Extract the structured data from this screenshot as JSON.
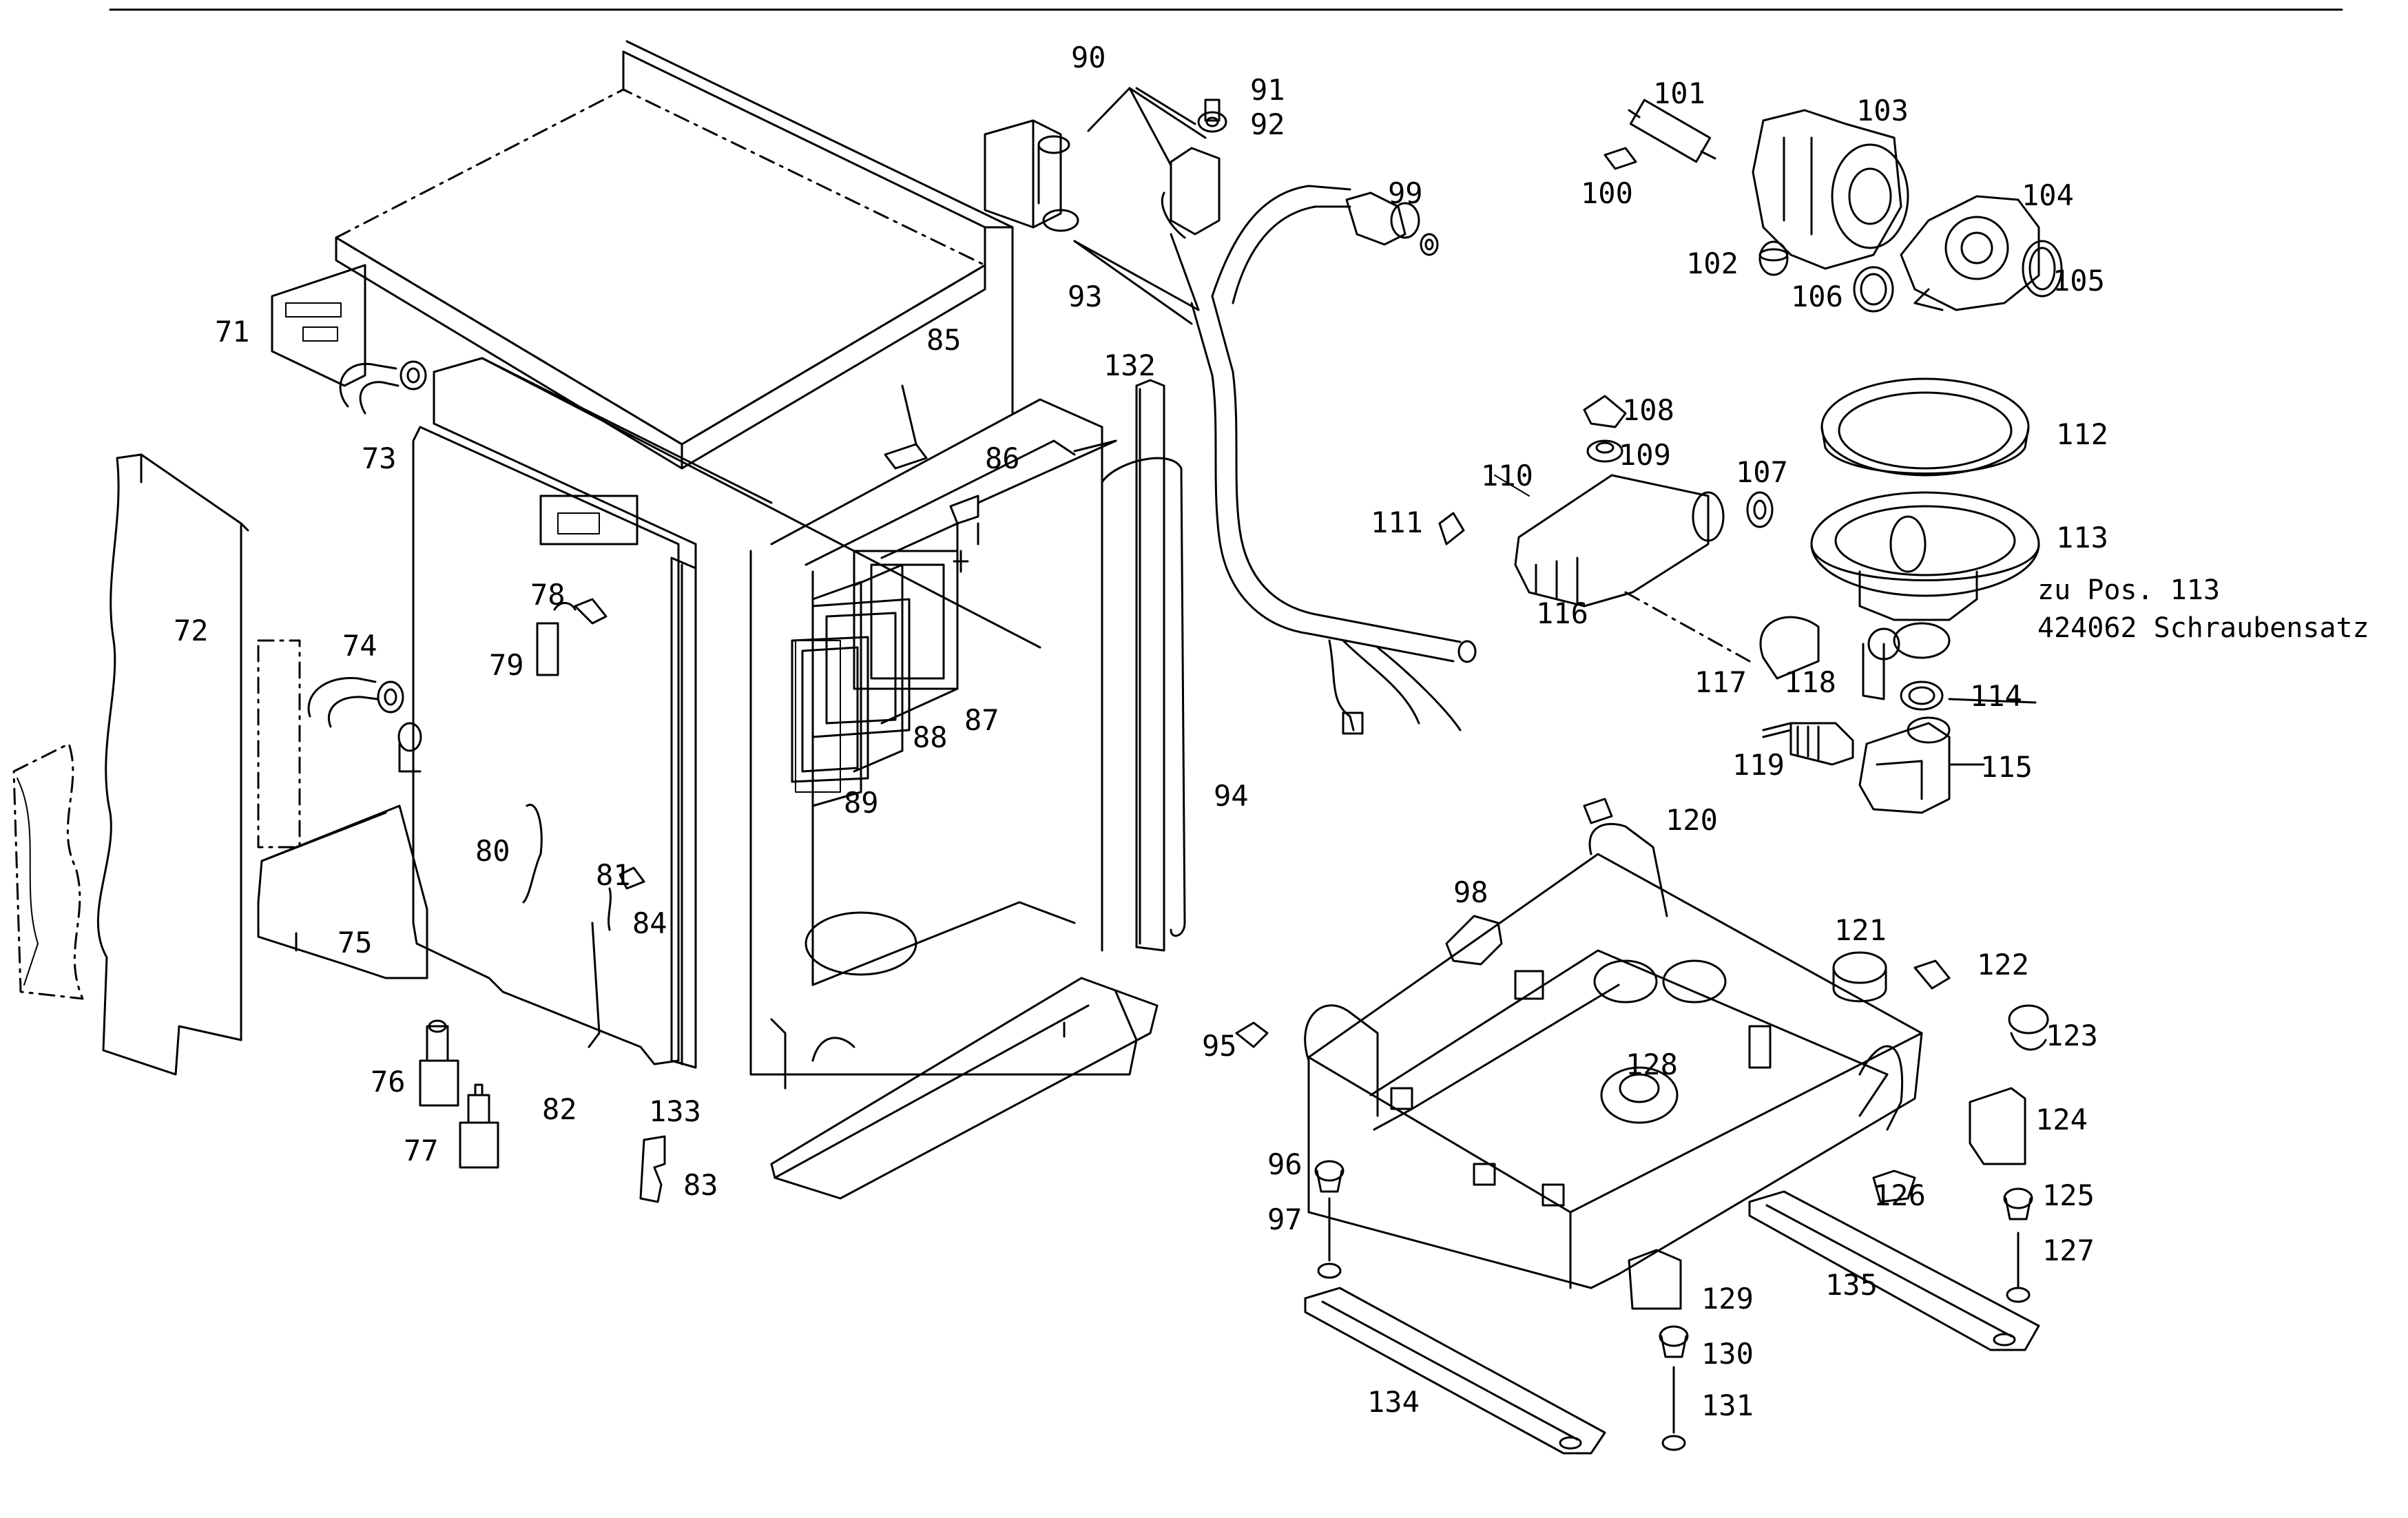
{
  "parts": [
    {
      "id": "71",
      "label": "71"
    },
    {
      "id": "72",
      "label": "72"
    },
    {
      "id": "73",
      "label": "73"
    },
    {
      "id": "74",
      "label": "74"
    },
    {
      "id": "75",
      "label": "75"
    },
    {
      "id": "76",
      "label": "76"
    },
    {
      "id": "77",
      "label": "77"
    },
    {
      "id": "78",
      "label": "78"
    },
    {
      "id": "79",
      "label": "79"
    },
    {
      "id": "80",
      "label": "80"
    },
    {
      "id": "81",
      "label": "81"
    },
    {
      "id": "82",
      "label": "82"
    },
    {
      "id": "83",
      "label": "83"
    },
    {
      "id": "84",
      "label": "84"
    },
    {
      "id": "85",
      "label": "85"
    },
    {
      "id": "86",
      "label": "86"
    },
    {
      "id": "87",
      "label": "87"
    },
    {
      "id": "88",
      "label": "88"
    },
    {
      "id": "89",
      "label": "89"
    },
    {
      "id": "90",
      "label": "90"
    },
    {
      "id": "91",
      "label": "91"
    },
    {
      "id": "92",
      "label": "92"
    },
    {
      "id": "93",
      "label": "93"
    },
    {
      "id": "94",
      "label": "94"
    },
    {
      "id": "95",
      "label": "95"
    },
    {
      "id": "96",
      "label": "96"
    },
    {
      "id": "97",
      "label": "97"
    },
    {
      "id": "98",
      "label": "98"
    },
    {
      "id": "99",
      "label": "99"
    },
    {
      "id": "100",
      "label": "100"
    },
    {
      "id": "101",
      "label": "101"
    },
    {
      "id": "102",
      "label": "102"
    },
    {
      "id": "103",
      "label": "103"
    },
    {
      "id": "104",
      "label": "104"
    },
    {
      "id": "105",
      "label": "105"
    },
    {
      "id": "106",
      "label": "106"
    },
    {
      "id": "107",
      "label": "107"
    },
    {
      "id": "108",
      "label": "108"
    },
    {
      "id": "109",
      "label": "109"
    },
    {
      "id": "110",
      "label": "110"
    },
    {
      "id": "111",
      "label": "111"
    },
    {
      "id": "112",
      "label": "112"
    },
    {
      "id": "113",
      "label": "113"
    },
    {
      "id": "114",
      "label": "114"
    },
    {
      "id": "115",
      "label": "115"
    },
    {
      "id": "116",
      "label": "116"
    },
    {
      "id": "117",
      "label": "117"
    },
    {
      "id": "118",
      "label": "118"
    },
    {
      "id": "119",
      "label": "119"
    },
    {
      "id": "120",
      "label": "120"
    },
    {
      "id": "121",
      "label": "121"
    },
    {
      "id": "122",
      "label": "122"
    },
    {
      "id": "123",
      "label": "123"
    },
    {
      "id": "124",
      "label": "124"
    },
    {
      "id": "125",
      "label": "125"
    },
    {
      "id": "126",
      "label": "126"
    },
    {
      "id": "127",
      "label": "127"
    },
    {
      "id": "128",
      "label": "128"
    },
    {
      "id": "129",
      "label": "129"
    },
    {
      "id": "130",
      "label": "130"
    },
    {
      "id": "131",
      "label": "131"
    },
    {
      "id": "132",
      "label": "132"
    },
    {
      "id": "133",
      "label": "133"
    },
    {
      "id": "134",
      "label": "134"
    },
    {
      "id": "135",
      "label": "135"
    }
  ],
  "note": {
    "line1": "zu Pos. 113",
    "line2": "424062 Schraubensatz"
  }
}
